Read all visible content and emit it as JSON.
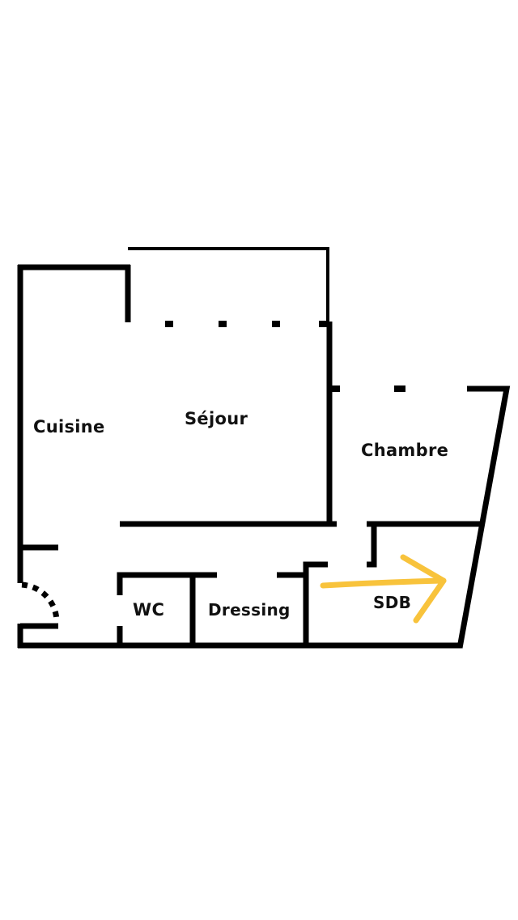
{
  "rooms": {
    "cuisine": "Cuisine",
    "sejour": "Séjour",
    "chambre": "Chambre",
    "wc": "WC",
    "dressing": "Dressing",
    "sdb": "SDB"
  },
  "colors": {
    "wall": "#000000",
    "arrow": "#F8C33C",
    "background": "#ffffff"
  }
}
